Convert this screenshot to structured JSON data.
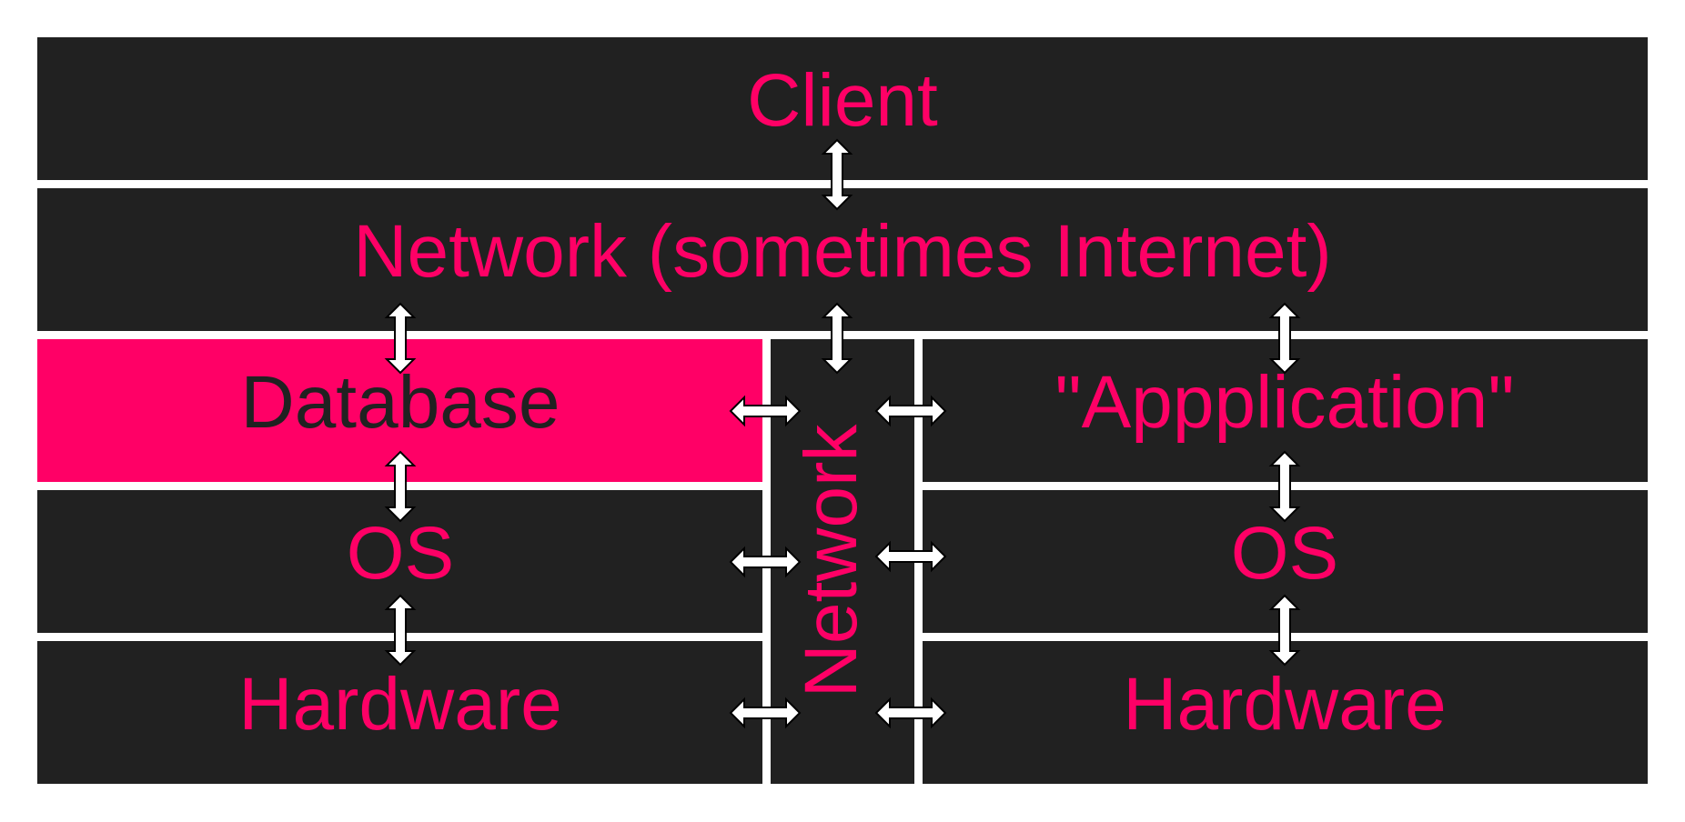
{
  "colors": {
    "block": "#212121",
    "accent": "#ff0066",
    "divider": "#ffffff",
    "arrow_fill": "#ffffff",
    "arrow_stroke": "#000000",
    "highlight_text": "#212121"
  },
  "layers": {
    "client": "Client",
    "network_top": "Network (sometimes Internet)",
    "database": "Database",
    "application": "\"Appplication\"",
    "os_left": "OS",
    "os_right": "OS",
    "hardware_left": "Hardware",
    "hardware_right": "Hardware",
    "network_middle": "Network"
  },
  "icons": {
    "arrow": "double-headed-arrow-icon"
  }
}
